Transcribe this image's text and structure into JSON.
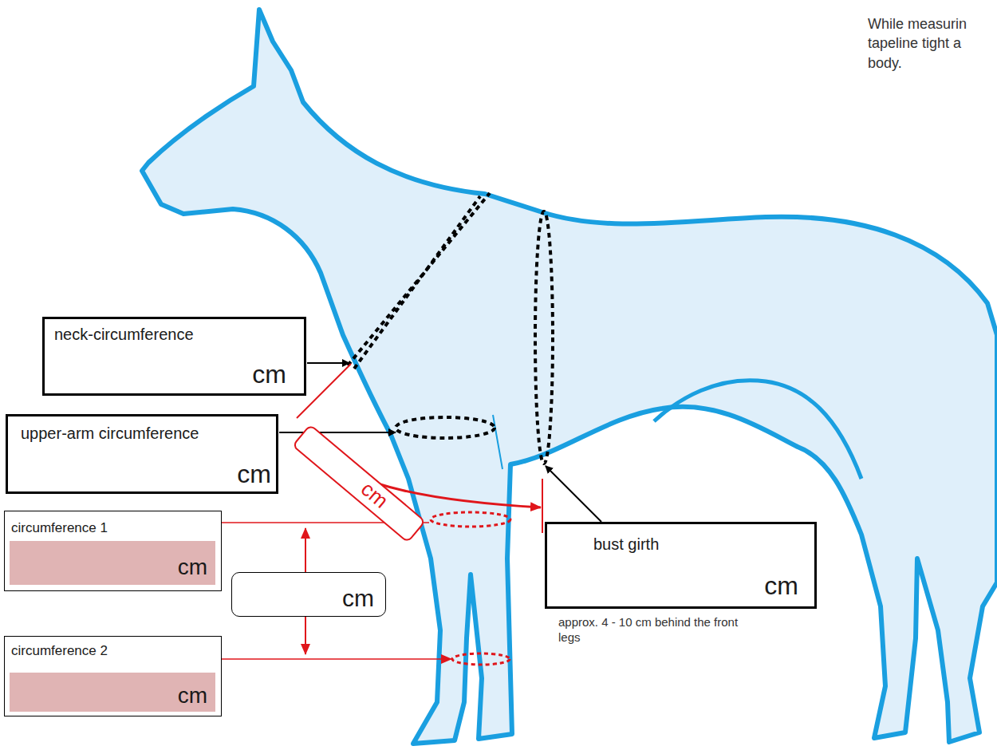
{
  "diagram": {
    "nodes": [
      {
        "text": [
          "neck-circumference",
          "cm"
        ]
      },
      {
        "text": [
          "upper-arm circumference",
          "cm"
        ]
      },
      {
        "text": [
          "circumference 1",
          "cm"
        ]
      },
      {
        "text": [
          "circumference 2",
          "cm"
        ]
      },
      {
        "text": [
          "cm"
        ]
      },
      {
        "text": [
          "cm"
        ]
      },
      {
        "text": [
          "bust girth",
          "cm"
        ]
      }
    ],
    "labels": [
      "While measurin tapeline tight a body.",
      "approx. 4 - 10 cm behind the front legs"
    ]
  }
}
